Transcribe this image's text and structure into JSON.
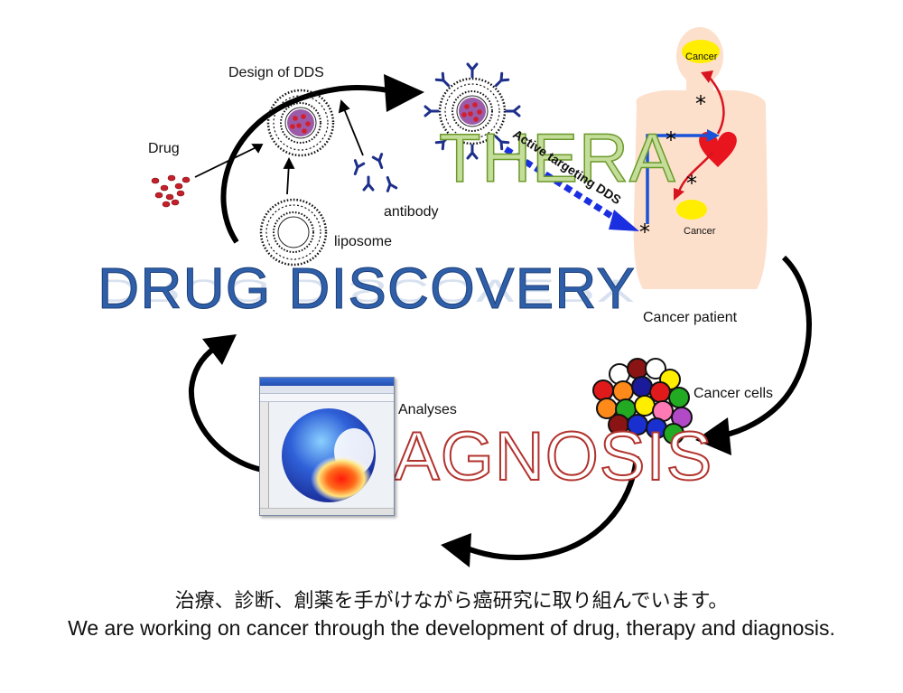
{
  "labels": {
    "design_of_dds": "Design of DDS",
    "drug": "Drug",
    "antibody": "antibody",
    "liposome": "liposome",
    "active_targeting": "Active targeting DDS",
    "cancer_top": "Cancer",
    "cancer_lower": "Cancer",
    "cancer_patient": "Cancer patient",
    "cancer_cells": "Cancer cells",
    "analyses": "Analyses"
  },
  "titles": {
    "drug_discovery": "DRUG DISCOVERY",
    "therapy": "THERA",
    "diagnosis": "AGNOSIS"
  },
  "caption": {
    "japanese": "治療、診断、創薬を手がけながら癌研究に取り組んでいます。",
    "english": "We are working on cancer through the development of drug, therapy and diagnosis."
  },
  "colors": {
    "drug_discovery": "#2e5fa8",
    "therapy": "#8fbf4a",
    "diagnosis": "#b2332e",
    "arrow": "#000000",
    "dds_arrow": "#1a2fe0",
    "body": "#fde0cc",
    "heart": "#e8141e",
    "cancer_spot": "#ffe600"
  },
  "icons": [
    "liposome-icon",
    "antibody-icon",
    "drug-particles-icon",
    "heart-icon",
    "human-body-icon",
    "cancer-cells-icon",
    "sphere-heatmap-icon"
  ]
}
